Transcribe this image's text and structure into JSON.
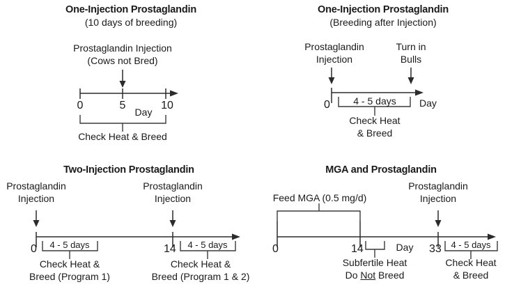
{
  "document": {
    "kind": "estrus-synchronization-protocol-diagrams",
    "panel_count": 4
  },
  "panels": [
    {
      "id": "one-injection-10-days",
      "title": "One-Injection Prostaglandin",
      "subtitle": "(10 days of breeding)",
      "top_labels": [
        {
          "text_line1": "Prostaglandin Injection",
          "text_line2": "(Cows not Bred)"
        }
      ],
      "axis_label": "Day",
      "ticks": [
        "0",
        "5",
        "10"
      ],
      "bottom_bracket_label": "Check Heat & Breed"
    },
    {
      "id": "one-injection-breeding-after",
      "title": "One-Injection Prostaglandin",
      "subtitle": "(Breeding after Injection)",
      "top_labels": [
        {
          "text_line1": "Prostaglandin",
          "text_line2": "Injection"
        },
        {
          "text_line1": "Turn in",
          "text_line2": "Bulls"
        }
      ],
      "axis_label": "Day",
      "ticks": [
        "0"
      ],
      "interval_label": "4 - 5 days",
      "bottom_bracket_label_line1": "Check Heat",
      "bottom_bracket_label_line2": "& Breed"
    },
    {
      "id": "two-injection",
      "title": "Two-Injection Prostaglandin",
      "top_labels": [
        {
          "text_line1": "Prostaglandin",
          "text_line2": "Injection"
        },
        {
          "text_line1": "Prostaglandin",
          "text_line2": "Injection"
        }
      ],
      "ticks": [
        "0",
        "14"
      ],
      "interval_labels": [
        "4 - 5 days",
        "4 - 5 days"
      ],
      "bottom_labels": [
        {
          "line1": "Check Heat &",
          "line2": "Breed (Program 1)"
        },
        {
          "line1": "Check Heat &",
          "line2": "Breed (Program 1 & 2)"
        }
      ]
    },
    {
      "id": "mga-and-prostaglandin",
      "title": "MGA and Prostaglandin",
      "feed_label": "Feed MGA (0.5 mg/d)",
      "injection_label_line1": "Prostaglandin",
      "injection_label_line2": "Injection",
      "axis_label": "Day",
      "ticks": [
        "0",
        "14",
        "33"
      ],
      "interval_label": "4 - 5 days",
      "bottom_labels": [
        {
          "line1": "Subfertile Heat",
          "line2_pre": "Do ",
          "line2_underlined": "Not",
          "line2_post": " Breed"
        },
        {
          "line1": "Check Heat",
          "line2": "& Breed"
        }
      ]
    }
  ],
  "colors": {
    "background": "#ffffff",
    "ink": "#1a1a1a",
    "line": "#2b2b2b"
  }
}
